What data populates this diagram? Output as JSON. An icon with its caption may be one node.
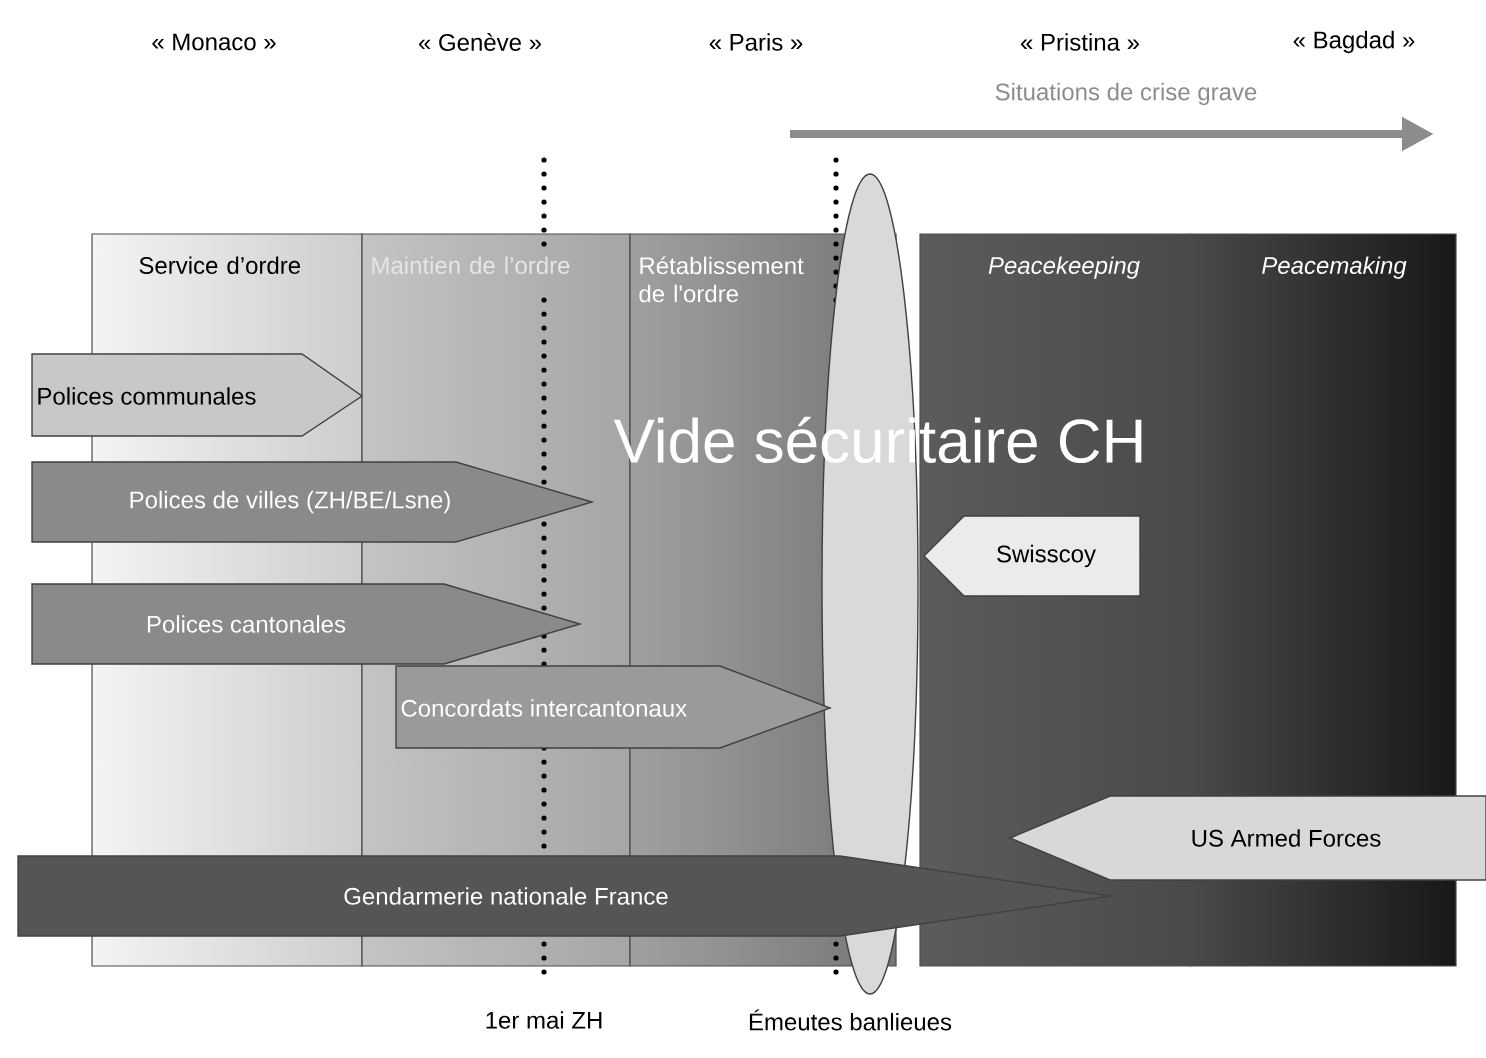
{
  "diagram": {
    "nodes": [
      {
        "text": [
          "Service d’ordre"
        ]
      },
      {
        "text": [
          "Maintien de l’ordre"
        ]
      },
      {
        "text": [
          "Rétablissement de l'ordre"
        ]
      },
      {
        "text": [
          "Peacekeeping"
        ]
      },
      {
        "text": [
          "Peacemaking"
        ]
      },
      {
        "text": [
          "Polices communales"
        ]
      },
      {
        "text": [
          "Polices de villes (ZH/BE/Lsne)"
        ]
      },
      {
        "text": [
          "Swisscoy"
        ],
        "in": 3
      },
      {
        "text": [
          "Polices cantonales"
        ]
      },
      {
        "text": [
          "Concordats intercantonaux"
        ]
      },
      {
        "text": [
          "US Armed Forces"
        ]
      },
      {
        "text": [
          "Gendarmerie nationale France"
        ]
      }
    ],
    "labels": [
      "« Monaco »",
      "« Genève »",
      "« Paris »",
      "« Pristina »",
      "« Bagdad »",
      "Situations de crise grave",
      "Vide sécuritaire CH",
      "1er mai ZH",
      "Émeutes banlieues"
    ]
  }
}
